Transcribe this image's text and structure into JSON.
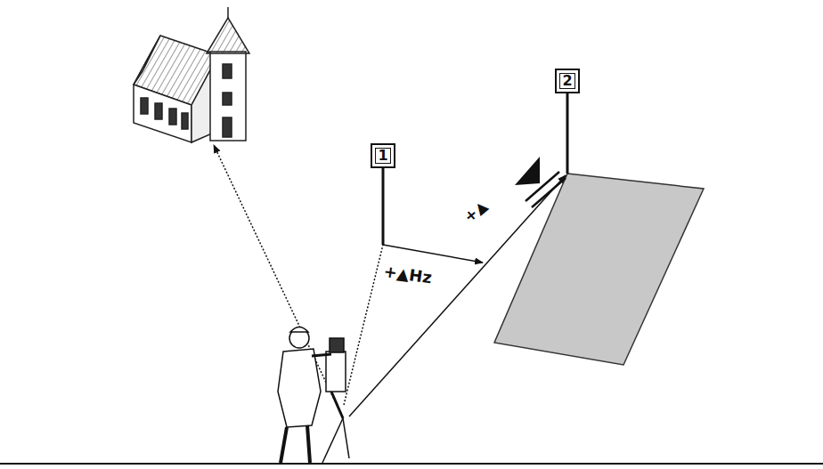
{
  "diagram": {
    "nodes": [
      {
        "text": [
          "1"
        ]
      },
      {
        "text": [
          "2"
        ]
      }
    ],
    "labels": [
      "+▲Hz",
      "+▲"
    ]
  }
}
